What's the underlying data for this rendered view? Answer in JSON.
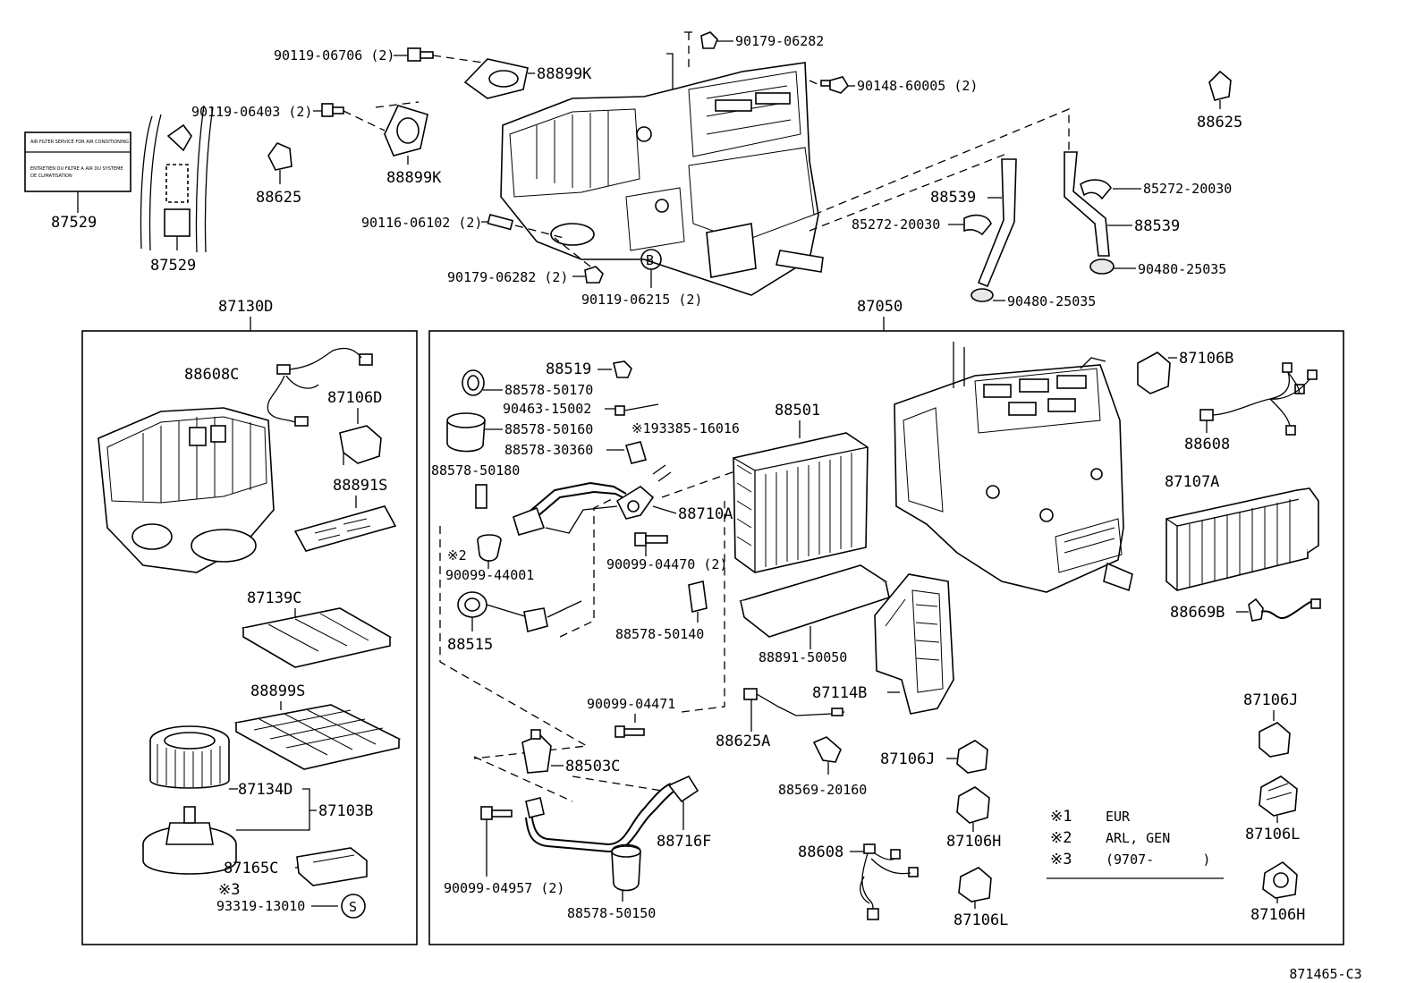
{
  "labels": {
    "p87529_a": "87529",
    "p87529_b": "87529",
    "p90119_06706": "90119-06706 (2)",
    "p88899K_a": "88899K",
    "p90119_06403": "90119-06403 (2)",
    "p88899K_b": "88899K",
    "p88625_a": "88625",
    "p90179_06282": "90179-06282",
    "p90148_60005": "90148-60005 (2)",
    "p88625_b": "88625",
    "p85272_20030_a": "85272-20030",
    "p88539_a": "88539",
    "p85272_20030_b": "85272-20030",
    "p88539_b": "88539",
    "p90480_25035_a": "90480-25035",
    "p90480_25035_b": "90480-25035",
    "p90116_06102": "90116-06102 (2)",
    "p90179_06282_2": "90179-06282 (2)",
    "p90119_06215": "90119-06215 (2)",
    "marker_b": "B",
    "p87130D": "87130D",
    "p87050": "87050",
    "p88608C": "88608C",
    "p87106D": "87106D",
    "p88891S": "88891S",
    "p87139C": "87139C",
    "p88899S": "88899S",
    "p87134D": "87134D",
    "p87103B": "87103B",
    "p87165C": "87165C",
    "note3_mark": "※3",
    "p93319_13010": "93319-13010",
    "marker_s": "S",
    "p88519": "88519",
    "p88578_50170": "88578-50170",
    "p90463_15002": "90463-15002",
    "p193385_16016": "※193385-16016",
    "p88578_50160": "88578-50160",
    "p88578_30360": "88578-30360",
    "p88578_50180": "88578-50180",
    "p88710A": "88710A",
    "note2_mark": "※2",
    "p90099_44001": "90099-44001",
    "p90099_04470": "90099-04470 (2)",
    "p88515": "88515",
    "p88578_50140": "88578-50140",
    "p88501": "88501",
    "p88891_50050": "88891-50050",
    "p87106B": "87106B",
    "p88608_a": "88608",
    "p87107A": "87107A",
    "p88669B": "88669B",
    "p87114B": "87114B",
    "p90099_04471": "90099-04471",
    "p88625A": "88625A",
    "p88503C": "88503C",
    "p88569_20160": "88569-20160",
    "p87106J_a": "87106J",
    "p87106J_b": "87106J",
    "p87106H_a": "87106H",
    "p87106L_a": "87106L",
    "p87106H_b": "87106H",
    "p87106L_b": "87106L",
    "p88716F": "88716F",
    "p88608_b": "88608",
    "p90099_04957": "90099-04957 (2)",
    "p88578_50150": "88578-50150",
    "diagram_code": "871465-C3"
  },
  "legend": [
    {
      "mark": "※1",
      "text": "EUR"
    },
    {
      "mark": "※2",
      "text": "ARL, GEN"
    },
    {
      "mark": "※3",
      "text": "(9707-      )"
    }
  ],
  "sticker": {
    "line1": "AIR FILTER SERVICE FOR AIR CONDITIONING",
    "line2": "ENTRETIEN DU FILTRE A AIR DU SYSTEME",
    "line3": "DE CLIMATISATION"
  }
}
